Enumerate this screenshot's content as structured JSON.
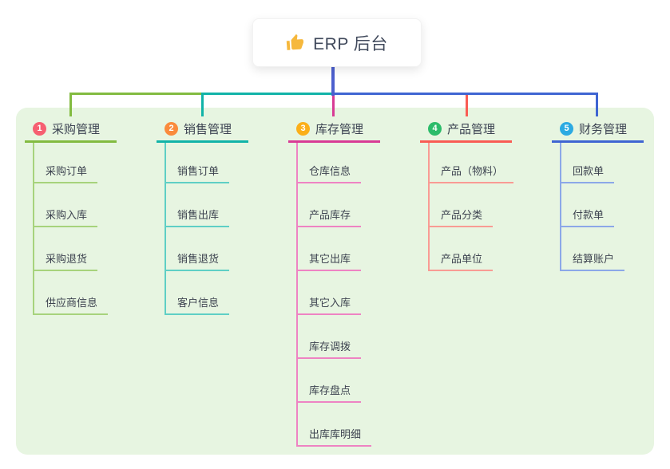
{
  "root": {
    "title": "ERP 后台",
    "icon": "thumbs-up-icon",
    "icon_color": "#f6b83c",
    "line_color": "#4c5fce",
    "text_color": "#414a5c"
  },
  "panel": {
    "bg": "#e7f5e1"
  },
  "text": {
    "child_color": "#3d4350",
    "topic_color": "#3c4352"
  },
  "branches": [
    {
      "number": "1",
      "label": "采购管理",
      "badge_color": "#f65f71",
      "line_color": "#82bb40",
      "child_line_color": "#a7d37c",
      "children": [
        "采购订单",
        "采购入库",
        "采购退货",
        "供应商信息"
      ]
    },
    {
      "number": "2",
      "label": "销售管理",
      "badge_color": "#fa8b3c",
      "line_color": "#11b3a8",
      "child_line_color": "#5fcfc5",
      "children": [
        "销售订单",
        "销售出库",
        "销售退货",
        "客户信息"
      ]
    },
    {
      "number": "3",
      "label": "库存管理",
      "badge_color": "#fbaf19",
      "line_color": "#d83b95",
      "child_line_color": "#ee83c3",
      "children": [
        "仓库信息",
        "产品库存",
        "其它出库",
        "其它入库",
        "库存调拨",
        "库存盘点",
        "出库库明细"
      ]
    },
    {
      "number": "4",
      "label": "产品管理",
      "badge_color": "#2cbc6a",
      "line_color": "#f95c54",
      "child_line_color": "#f99b94",
      "children": [
        "产品（物料）",
        "产品分类",
        "产品单位"
      ]
    },
    {
      "number": "5",
      "label": "财务管理",
      "badge_color": "#2caae2",
      "line_color": "#3f65d2",
      "child_line_color": "#8ca8e8",
      "children": [
        "回款单",
        "付款单",
        "结算账户"
      ]
    }
  ]
}
